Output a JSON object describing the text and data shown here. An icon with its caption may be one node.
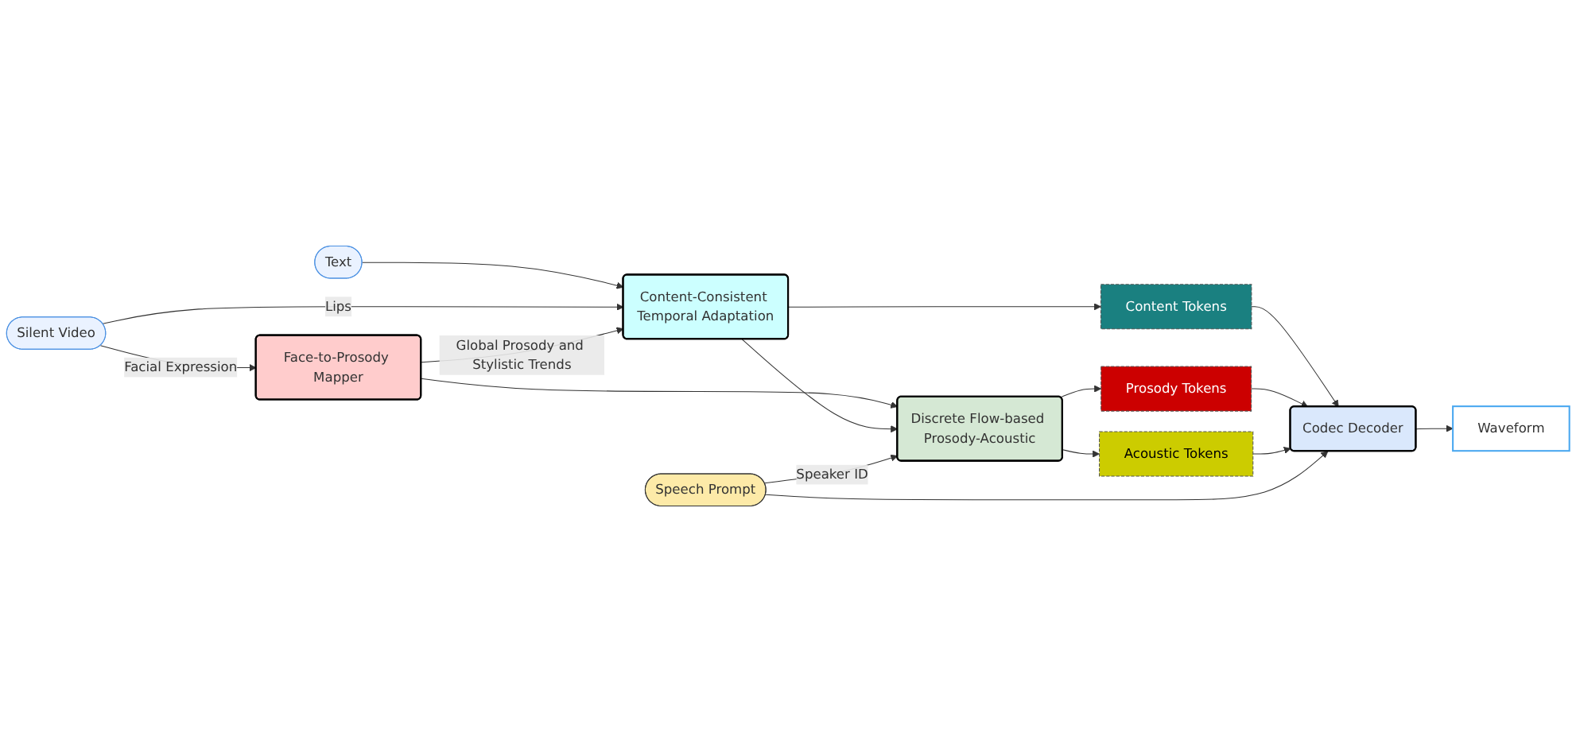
{
  "diagram": {
    "nodes": [
      {
        "text": [
          "Text"
        ]
      },
      {
        "text": [
          "Silent Video"
        ]
      },
      {
        "text": [
          "Speech Prompt"
        ]
      },
      {
        "text": [
          "Face-to-Prosody Mapper"
        ]
      },
      {
        "text": [
          "Content-Consistent Temporal Adaptation"
        ]
      },
      {
        "text": [
          "Discrete Flow-based Prosody-Acoustic"
        ]
      },
      {
        "text": [
          "Content Tokens"
        ]
      },
      {
        "text": [
          "Prosody Tokens"
        ]
      },
      {
        "text": [
          "Acoustic Tokens"
        ]
      },
      {
        "text": [
          "Codec Decoder"
        ]
      },
      {
        "text": [
          "Waveform"
        ]
      }
    ],
    "edges": [
      {
        "from": 1,
        "to": 3,
        "arrow": "to",
        "label": "Facial Expression"
      },
      {
        "from": 0,
        "to": 4,
        "arrow": "to"
      },
      {
        "from": 1,
        "to": 4,
        "arrow": "to",
        "label": "Lips"
      },
      {
        "from": 3,
        "to": 4,
        "arrow": "to",
        "label": "Global Prosody and Stylistic Trends"
      },
      {
        "from": 3,
        "to": 5,
        "arrow": "to"
      },
      {
        "from": 4,
        "to": 5,
        "arrow": "to"
      },
      {
        "from": 2,
        "to": 5,
        "arrow": "to",
        "label": "Speaker ID"
      },
      {
        "from": 4,
        "to": 6,
        "arrow": "to"
      },
      {
        "from": 5,
        "to": 7,
        "arrow": "to"
      },
      {
        "from": 5,
        "to": 8,
        "arrow": "to"
      },
      {
        "from": 6,
        "to": 9,
        "arrow": "to"
      },
      {
        "from": 7,
        "to": 9,
        "arrow": "to"
      },
      {
        "from": 8,
        "to": 9,
        "arrow": "to"
      },
      {
        "from": 2,
        "to": 9,
        "arrow": "to"
      },
      {
        "from": 9,
        "to": 10,
        "arrow": "to"
      }
    ]
  }
}
